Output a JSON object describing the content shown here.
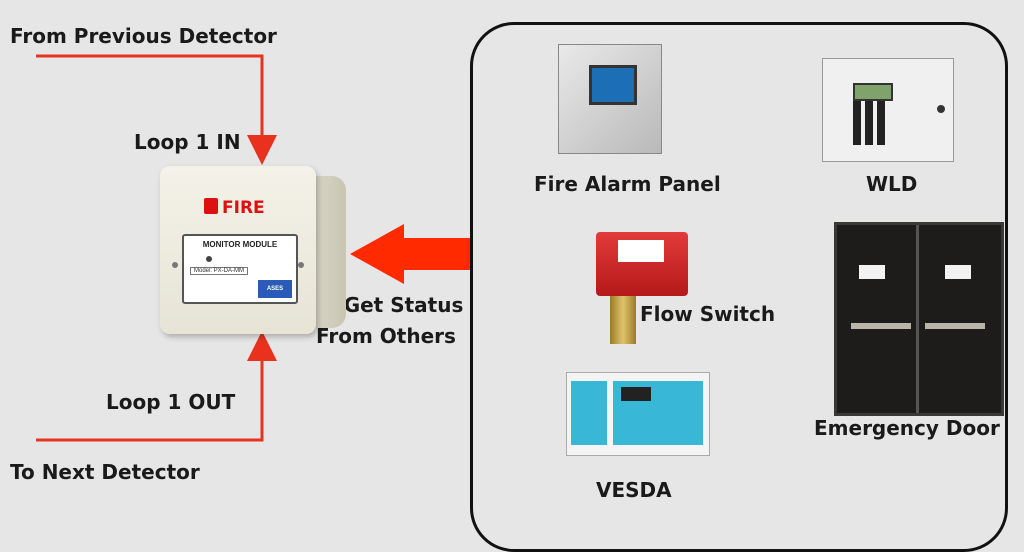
{
  "labels": {
    "from_previous": "From Previous Detector",
    "loop_in": "Loop 1 IN",
    "loop_out": "Loop 1 OUT",
    "to_next": "To Next Detector",
    "status_line1": "To Get Status",
    "status_line2": "From Others"
  },
  "module": {
    "fire": "FIRE",
    "plate_title": "MONITOR MODULE",
    "model": "Model: PX-DA-MM",
    "brand": "ASES"
  },
  "devices": {
    "fire_alarm_panel": "Fire Alarm Panel",
    "wld": "WLD",
    "flow_switch": "Flow Switch",
    "vesda": "VESDA",
    "emergency_door": "Emergency Door"
  },
  "colors": {
    "wire": "#e8321e",
    "arrow": "#ff2a00",
    "background": "#e6e6e6"
  }
}
